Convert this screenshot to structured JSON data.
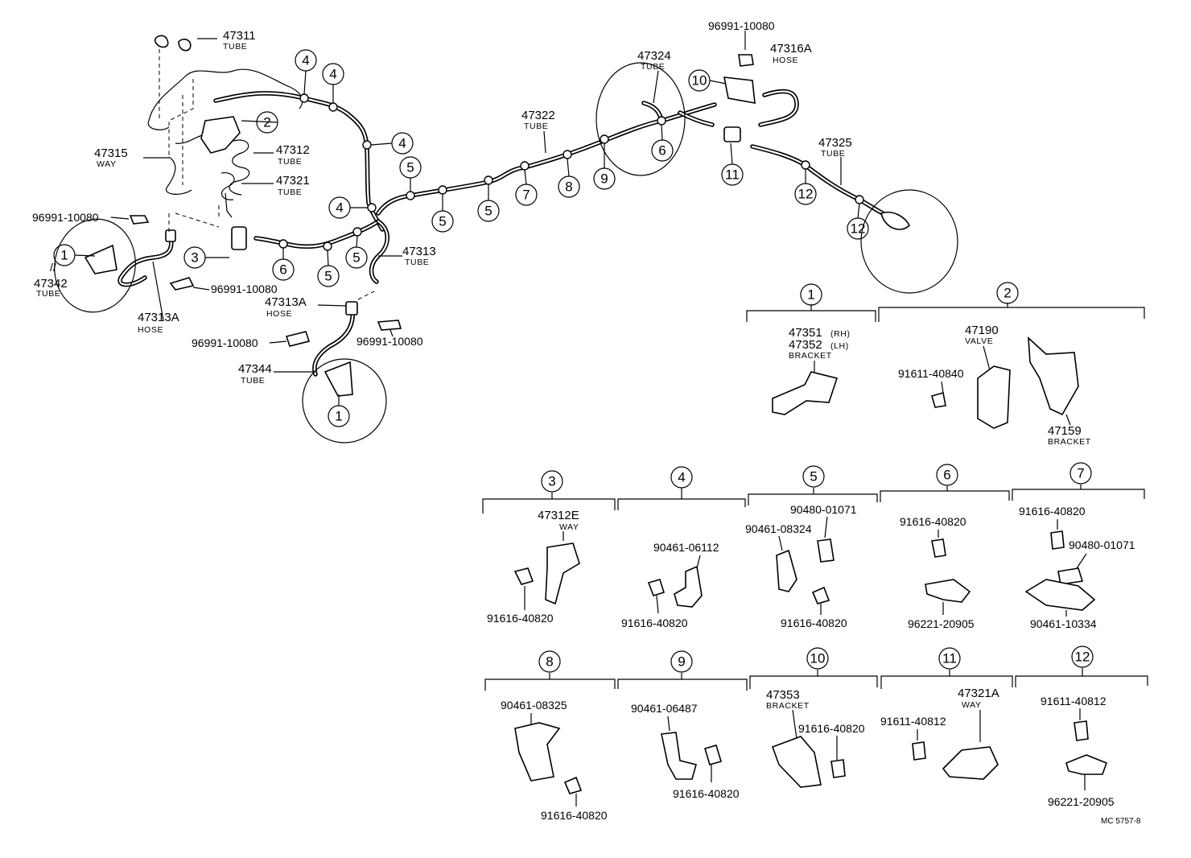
{
  "labels": {
    "p47311": "47311",
    "p47311_sub": "TUBE",
    "p47315": "47315",
    "p47315_sub": "WAY",
    "p47312": "47312",
    "p47312_sub": "TUBE",
    "p47321": "47321",
    "p47321_sub": "TUBE",
    "p96991a": "96991-10080",
    "p47342": "47342",
    "p47342_sub": "TUBE",
    "p47313A": "47313A",
    "p47313A_sub": "HOSE",
    "p96991b": "96991-10080",
    "p47313Ab": "47313A",
    "p47313Ab_sub": "HOSE",
    "p96991c": "96991-10080",
    "p96991d": "96991-10080",
    "p47344": "47344",
    "p47344_sub": "TUBE",
    "p47313": "47313",
    "p47313_sub": "TUBE",
    "p47322": "47322",
    "p47322_sub": "TUBE",
    "p47324": "47324",
    "p47324_sub": "TUBE",
    "p96991e": "96991-10080",
    "p47316A": "47316A",
    "p47316A_sub": "HOSE",
    "p47325": "47325",
    "p47325_sub": "TUBE",
    "g1_a": "47351",
    "g1_a_rh": "(RH)",
    "g1_b": "47352",
    "g1_b_lh": "(LH)",
    "g1_sub": "BRACKET",
    "g2_valve": "47190",
    "g2_valve_sub": "VALVE",
    "g2_bolt": "91611-40840",
    "g2_bracket": "47159",
    "g2_bracket_sub": "BRACKET",
    "g3_way": "47312E",
    "g3_way_sub": "WAY",
    "g3_bolt": "91616-40820",
    "g4_clamp": "90461-06112",
    "g4_bolt": "91616-40820",
    "g5_clamp_a": "90480-01071",
    "g5_clamp_b": "90461-08324",
    "g5_bolt": "91616-40820",
    "g6_bolt": "91616-40820",
    "g6_clamp": "96221-20905",
    "g7_bolt": "91616-40820",
    "g7_clamp_a": "90480-01071",
    "g7_clamp_b": "90461-10334",
    "g8_clamp": "90461-08325",
    "g8_bolt": "91616-40820",
    "g9_clamp": "90461-06487",
    "g9_bolt": "91616-40820",
    "g10_bracket": "47353",
    "g10_bracket_sub": "BRACKET",
    "g10_bolt": "91616-40820",
    "g11_bolt": "91611-40812",
    "g11_way": "47321A",
    "g11_way_sub": "WAY",
    "g12_bolt": "91611-40812",
    "g12_clamp": "96221-20905",
    "ref": "MC 5757-8"
  },
  "callouts": {
    "n1": "1",
    "n2": "2",
    "n3": "3",
    "n4": "4",
    "n5": "5",
    "n6": "6",
    "n7": "7",
    "n8": "8",
    "n9": "9",
    "n10": "10",
    "n11": "11",
    "n12": "12"
  }
}
